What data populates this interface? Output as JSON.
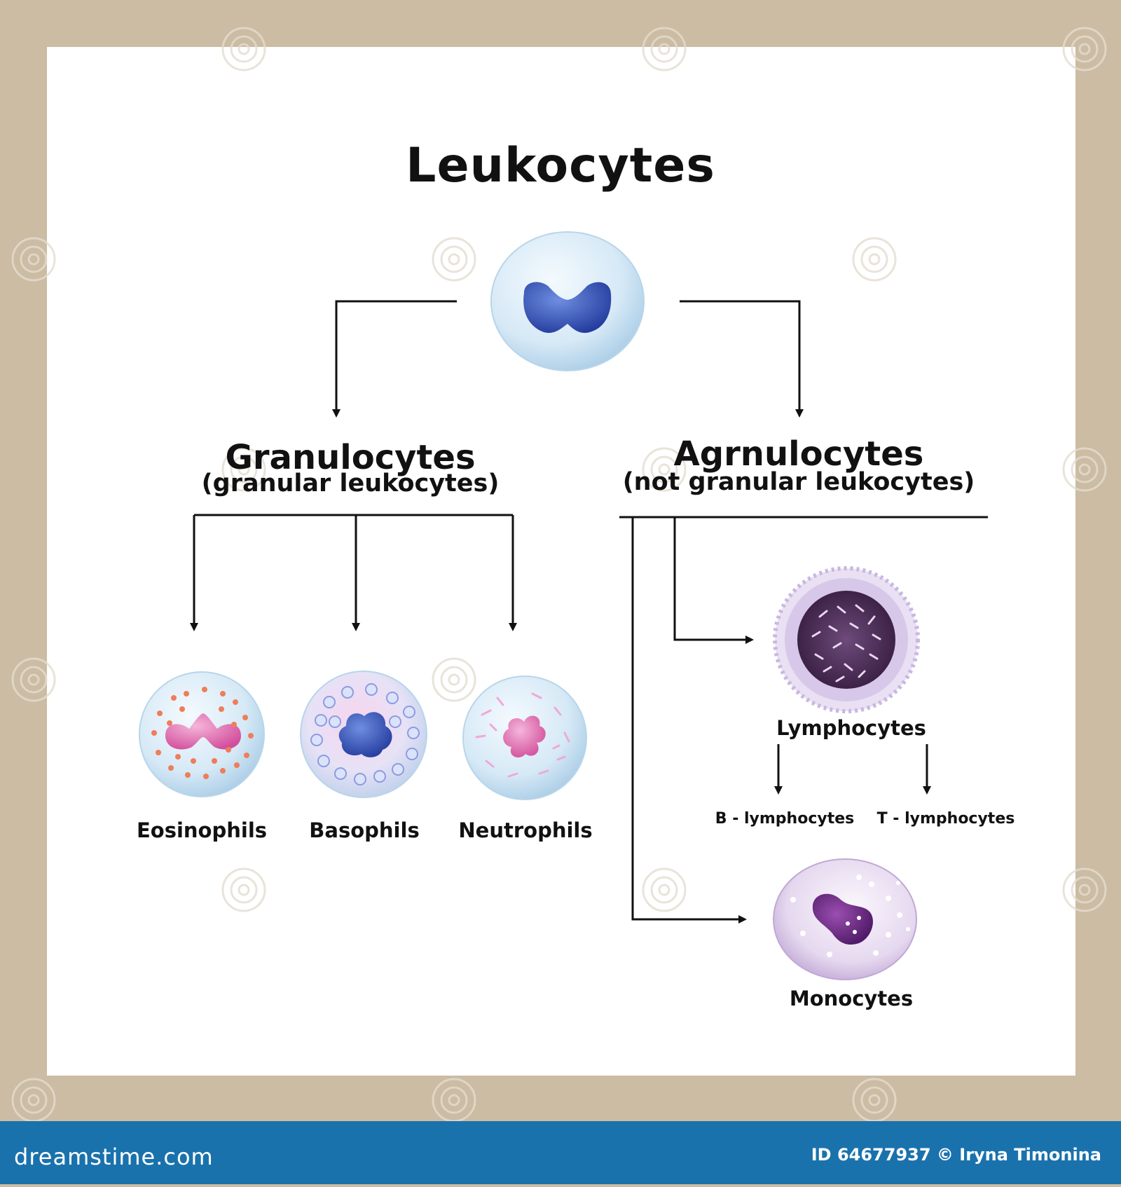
{
  "title": "Leukocytes",
  "granulocytes": {
    "name": "Granulocytes",
    "subtitle": "(granular leukocytes)"
  },
  "agranulocytes": {
    "name": "Agrnulocytes",
    "subtitle": "(not granular leukocytes)"
  },
  "cells": {
    "eosinophils": "Eosinophils",
    "basophils": "Basophils",
    "neutrophils": "Neutrophils",
    "lymphocytes": "Lymphocytes",
    "b_lymphocytes": "B - lymphocytes",
    "t_lymphocytes": "T - lymphocytes",
    "monocytes": "Monocytes"
  },
  "footer": {
    "brand": "dreamstime.com",
    "credit": "ID 64677937 © Iryna Timonina"
  },
  "colors": {
    "frame": "#cbbca3",
    "panel": "#ffffff",
    "footer": "#1a72ad",
    "arrow": "#111111"
  }
}
